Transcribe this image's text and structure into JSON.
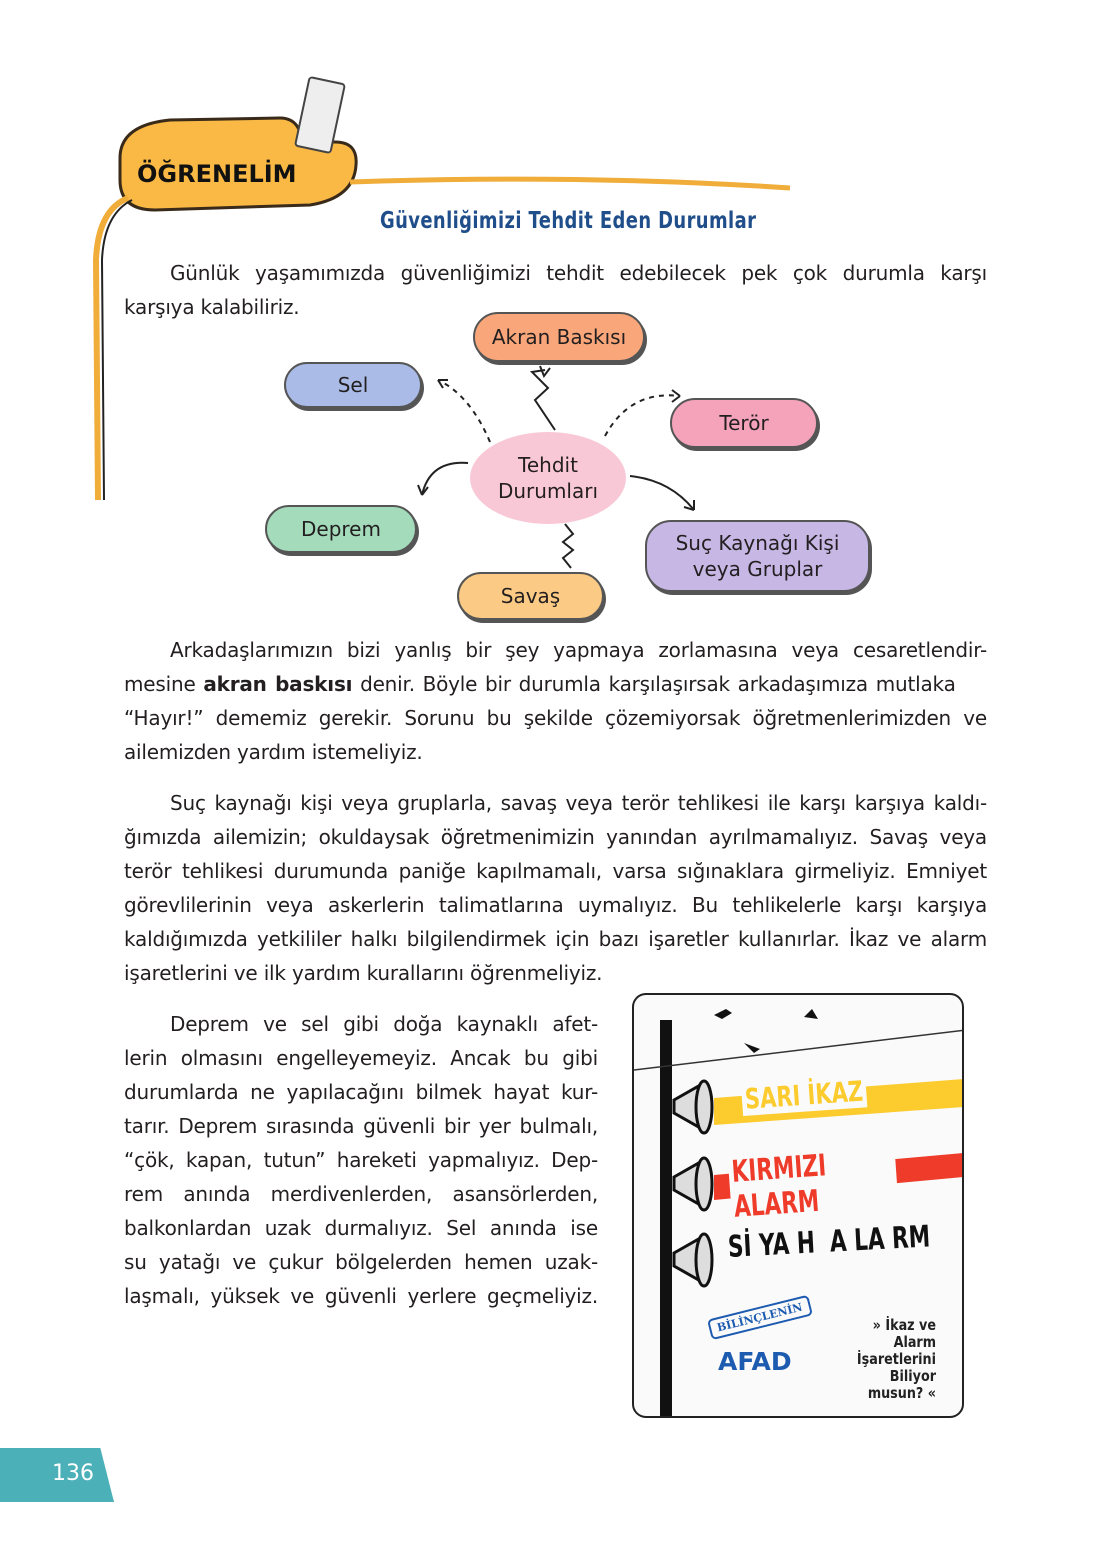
{
  "header": {
    "badge": "ÖĞRENELİM",
    "title": "Güvenliğimizi Tehdit Eden Durumlar"
  },
  "intro": [
    "Günlük yaşamımızda güvenliğimizi tehdit edebilecek pek çok durumla karşı",
    "karşıya kalabiliriz."
  ],
  "diagram": {
    "center": "Tehdit Durumları",
    "center_l1": "Tehdit",
    "center_l2": "Durumları",
    "nodes": {
      "akran": "Akran Baskısı",
      "sel": "Sel",
      "teror": "Terör",
      "deprem": "Deprem",
      "suc_l1": "Suç Kaynağı Kişi",
      "suc_l2": "veya Gruplar",
      "savas": "Savaş"
    },
    "colors": {
      "akran": "#f9a77a",
      "sel": "#a9bbe6",
      "teror": "#f4a3bb",
      "center": "#f9c8d6",
      "deprem": "#a3dbbb",
      "suc": "#c6b7e4",
      "savas": "#fbca84"
    }
  },
  "p1": {
    "l1": "Arkadaşlarımızın bizi yanlış bir şey yapmaya zorlamasına veya cesaretlendir-",
    "l2a": "mesine ",
    "l2b": "akran baskısı",
    "l2c": " denir. Böyle bir durumla karşılaşırsak arkadaşımıza mutlaka",
    "l3": "“Hayır!” dememiz gerekir. Sorunu bu şekilde çözemiyorsak öğretmenlerimizden ve",
    "l4": "ailemizden yardım istemeliyiz."
  },
  "p2": [
    "Suç kaynağı kişi veya gruplarla, savaş veya terör tehlikesi ile karşı karşıya kaldı-",
    "ğımızda ailemizin; okuldaysak öğretmenimizin yanından ayrılmamalıyız. Savaş veya",
    "terör tehlikesi durumunda paniğe kapılmamalı, varsa sığınaklara girmeliyiz. Emniyet",
    "görevlilerinin veya askerlerin talimatlarına uymalıyız. Bu tehlikelerle karşı karşıya",
    "kaldığımızda yetkililer halkı bilgilendirmek için bazı işaretler kullanırlar. İkaz ve alarm",
    "işaretlerini ve ilk yardım kurallarını öğrenmeliyiz."
  ],
  "p3": [
    "Deprem ve sel gibi doğa kaynaklı afet-",
    "lerin olmasını engelleyemeyiz. Ancak bu gibi",
    "durumlarda ne yapılacağını bilmek hayat kur-",
    "tarır. Deprem sırasında güvenli bir yer bulmalı,",
    "“çök, kapan, tutun” hareketi yapmalıyız. Dep-",
    "rem anında merdivenlerden, asansörlerden,",
    "balkonlardan uzak durmalıyız. Sel anında ise",
    "su yatağı ve çukur bölgelerden hemen uzak-",
    "laşmalı, yüksek ve güvenli yerlere geçmeliyiz."
  ],
  "poster": {
    "yellow": "SARI İKAZ",
    "red": "KIRMIZI ALARM",
    "black": "Sİ YA H  A LA RM",
    "stamp": "BİLİNÇLENİN",
    "logo": "AFAD",
    "q1": "» İkaz ve Alarm",
    "q2": "İşaretlerini",
    "q3": "Biliyor musun? «",
    "colors": {
      "yellow": "#fccb2e",
      "red": "#ee3b2a",
      "blue": "#1d5bb0"
    }
  },
  "page_number": "136",
  "colors": {
    "title": "#1f4e8a",
    "badge": "#f9b944",
    "page_tab": "#4bb0b8"
  }
}
